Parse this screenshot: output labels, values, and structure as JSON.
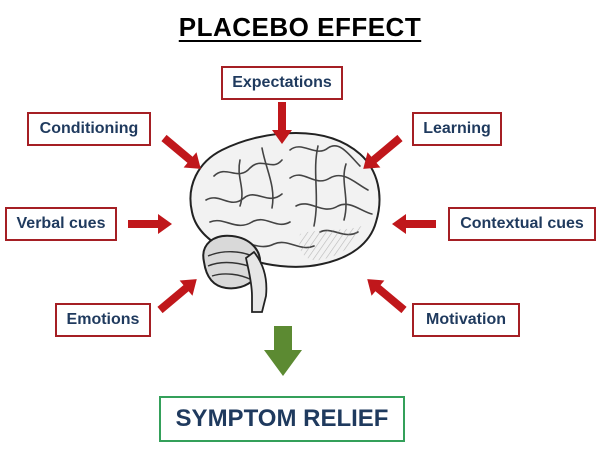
{
  "title": "PLACEBO EFFECT",
  "factors": {
    "expectations": "Expectations",
    "conditioning": "Conditioning",
    "learning": "Learning",
    "verbal_cues": "Verbal cues",
    "contextual_cues": "Contextual cues",
    "emotions": "Emotions",
    "motivation": "Motivation"
  },
  "outcome": "SYMPTOM RELIEF",
  "colors": {
    "factor_border": "#a51f24",
    "factor_text": "#1f3a5e",
    "input_arrow": "#c0171b",
    "output_arrow": "#5c8a32",
    "outcome_border": "#34a05a"
  },
  "icons": {
    "center": "brain-icon"
  }
}
